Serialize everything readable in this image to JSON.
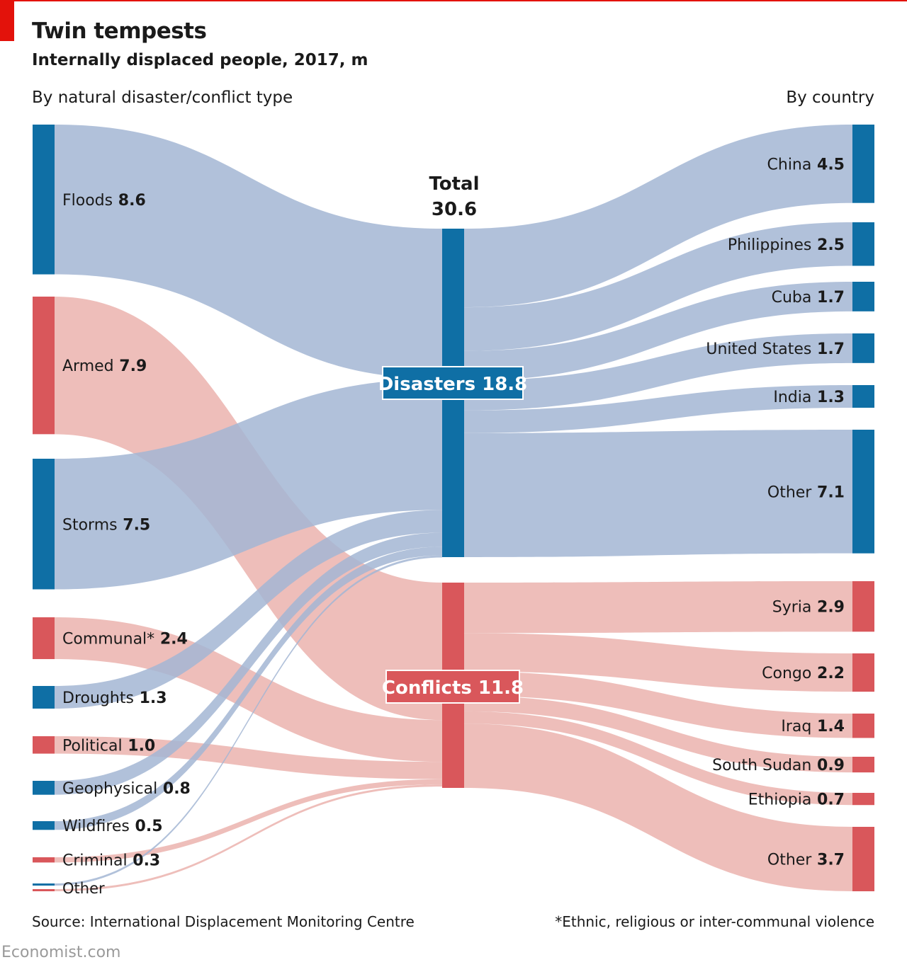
{
  "header": {
    "title": "Twin tempests",
    "subtitle": "Internally displaced people, 2017, m",
    "left_heading": "By natural disaster/conflict type",
    "right_heading": "By country"
  },
  "footer": {
    "source": "Source: International Displacement Monitoring Centre",
    "footnote": "*Ethnic, religious or inter-communal violence",
    "brand": "Economist.com"
  },
  "colors": {
    "disaster": "#0f6fa5",
    "disaster_flow": "#a3b6d3",
    "conflict": "#d9575b",
    "conflict_flow": "#ebb3ae",
    "accent_red": "#e3120b"
  },
  "chart_data": {
    "type": "sankey",
    "units": "m",
    "total": {
      "label": "Total",
      "value": "30.6"
    },
    "groups": [
      {
        "name": "Disasters",
        "value": 18.8,
        "value_text": "18.8",
        "kind": "disaster"
      },
      {
        "name": "Conflicts",
        "value": 11.8,
        "value_text": "11.8",
        "kind": "conflict"
      }
    ],
    "sources": [
      {
        "name": "Floods",
        "value": 8.6,
        "value_text": "8.6",
        "group": "Disasters"
      },
      {
        "name": "Armed",
        "value": 7.9,
        "value_text": "7.9",
        "group": "Conflicts"
      },
      {
        "name": "Storms",
        "value": 7.5,
        "value_text": "7.5",
        "group": "Disasters"
      },
      {
        "name": "Communal*",
        "value": 2.4,
        "value_text": "2.4",
        "group": "Conflicts"
      },
      {
        "name": "Droughts",
        "value": 1.3,
        "value_text": "1.3",
        "group": "Disasters"
      },
      {
        "name": "Political",
        "value": 1.0,
        "value_text": "1.0",
        "group": "Conflicts"
      },
      {
        "name": "Geophysical",
        "value": 0.8,
        "value_text": "0.8",
        "group": "Disasters"
      },
      {
        "name": "Wildfires",
        "value": 0.5,
        "value_text": "0.5",
        "group": "Disasters"
      },
      {
        "name": "Criminal",
        "value": 0.3,
        "value_text": "0.3",
        "group": "Conflicts"
      },
      {
        "name": "Other",
        "value_text": "",
        "groups": [
          "Disasters",
          "Conflicts"
        ]
      }
    ],
    "targets": [
      {
        "name": "China",
        "value": 4.5,
        "value_text": "4.5",
        "group": "Disasters"
      },
      {
        "name": "Philippines",
        "value": 2.5,
        "value_text": "2.5",
        "group": "Disasters"
      },
      {
        "name": "Cuba",
        "value": 1.7,
        "value_text": "1.7",
        "group": "Disasters"
      },
      {
        "name": "United States",
        "value": 1.7,
        "value_text": "1.7",
        "group": "Disasters"
      },
      {
        "name": "India",
        "value": 1.3,
        "value_text": "1.3",
        "group": "Disasters"
      },
      {
        "name": "Other",
        "value": 7.1,
        "value_text": "7.1",
        "group": "Disasters"
      },
      {
        "name": "Syria",
        "value": 2.9,
        "value_text": "2.9",
        "group": "Conflicts"
      },
      {
        "name": "Congo",
        "value": 2.2,
        "value_text": "2.2",
        "group": "Conflicts"
      },
      {
        "name": "Iraq",
        "value": 1.4,
        "value_text": "1.4",
        "group": "Conflicts"
      },
      {
        "name": "South Sudan",
        "value": 0.9,
        "value_text": "0.9",
        "group": "Conflicts"
      },
      {
        "name": "Ethiopia",
        "value": 0.7,
        "value_text": "0.7",
        "group": "Conflicts"
      },
      {
        "name": "Other",
        "value": 3.7,
        "value_text": "3.7",
        "group": "Conflicts"
      }
    ]
  }
}
